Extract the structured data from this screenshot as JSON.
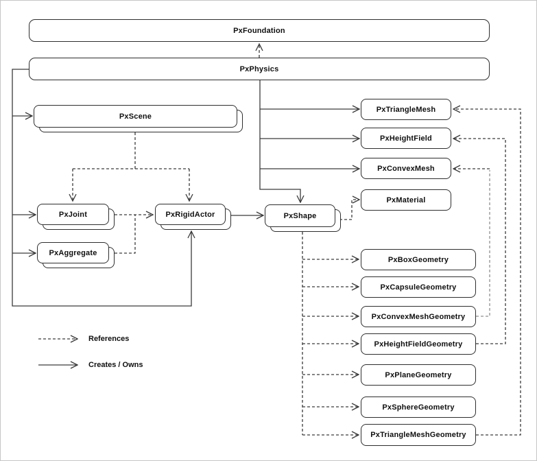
{
  "nodes": {
    "pxfoundation": "PxFoundation",
    "pxphysics": "PxPhysics",
    "pxscene": "PxScene",
    "pxjoint": "PxJoint",
    "pxaggregate": "PxAggregate",
    "pxrigidactor": "PxRigidActor",
    "pxshape": "PxShape",
    "pxtrianglemesh": "PxTriangleMesh",
    "pxheightfield": "PxHeightField",
    "pxconvexmesh": "PxConvexMesh",
    "pxmaterial": "PxMaterial",
    "pxboxgeometry": "PxBoxGeometry",
    "pxcapsulegeometry": "PxCapsuleGeometry",
    "pxconvexmeshgeometry": "PxConvexMeshGeometry",
    "pxheightfieldgeometry": "PxHeightFieldGeometry",
    "pxplanegeometry": "PxPlaneGeometry",
    "pxspheregeometry": "PxSphereGeometry",
    "pxtrianglemeshgeometry": "PxTriangleMeshGeometry"
  },
  "legend": {
    "references": "References",
    "creates_owns": "Creates / Owns"
  },
  "edges": [
    {
      "from": "PxPhysics",
      "to": "PxFoundation",
      "type": "references"
    },
    {
      "from": "PxPhysics",
      "to": "PxScene",
      "type": "creates_owns"
    },
    {
      "from": "PxPhysics",
      "to": "PxJoint",
      "type": "creates_owns"
    },
    {
      "from": "PxPhysics",
      "to": "PxAggregate",
      "type": "creates_owns"
    },
    {
      "from": "PxPhysics",
      "to": "PxRigidActor",
      "type": "creates_owns"
    },
    {
      "from": "PxPhysics",
      "to": "PxTriangleMesh",
      "type": "creates_owns"
    },
    {
      "from": "PxPhysics",
      "to": "PxHeightField",
      "type": "creates_owns"
    },
    {
      "from": "PxPhysics",
      "to": "PxConvexMesh",
      "type": "creates_owns"
    },
    {
      "from": "PxPhysics",
      "to": "PxShape",
      "type": "creates_owns"
    },
    {
      "from": "PxScene",
      "to": "PxJoint",
      "type": "references"
    },
    {
      "from": "PxScene",
      "to": "PxRigidActor",
      "type": "references"
    },
    {
      "from": "PxJoint",
      "to": "PxRigidActor",
      "type": "references"
    },
    {
      "from": "PxAggregate",
      "to": "PxRigidActor",
      "type": "references"
    },
    {
      "from": "PxRigidActor",
      "to": "PxShape",
      "type": "creates_owns"
    },
    {
      "from": "PxShape",
      "to": "PxMaterial",
      "type": "references"
    },
    {
      "from": "PxShape",
      "to": "PxBoxGeometry",
      "type": "references"
    },
    {
      "from": "PxShape",
      "to": "PxCapsuleGeometry",
      "type": "references"
    },
    {
      "from": "PxShape",
      "to": "PxConvexMeshGeometry",
      "type": "references"
    },
    {
      "from": "PxShape",
      "to": "PxHeightFieldGeometry",
      "type": "references"
    },
    {
      "from": "PxShape",
      "to": "PxPlaneGeometry",
      "type": "references"
    },
    {
      "from": "PxShape",
      "to": "PxSphereGeometry",
      "type": "references"
    },
    {
      "from": "PxShape",
      "to": "PxTriangleMeshGeometry",
      "type": "references"
    },
    {
      "from": "PxConvexMeshGeometry",
      "to": "PxConvexMesh",
      "type": "references"
    },
    {
      "from": "PxHeightFieldGeometry",
      "to": "PxHeightField",
      "type": "references"
    },
    {
      "from": "PxTriangleMeshGeometry",
      "to": "PxTriangleMesh",
      "type": "references"
    }
  ],
  "colors": {
    "line": "#3a3a3a",
    "gray_rail": "#8f8f8f",
    "box_border": "#2d2d2d",
    "canvas_border": "#c6c6c6",
    "background": "#ffffff",
    "text": "#0f0f0f"
  }
}
